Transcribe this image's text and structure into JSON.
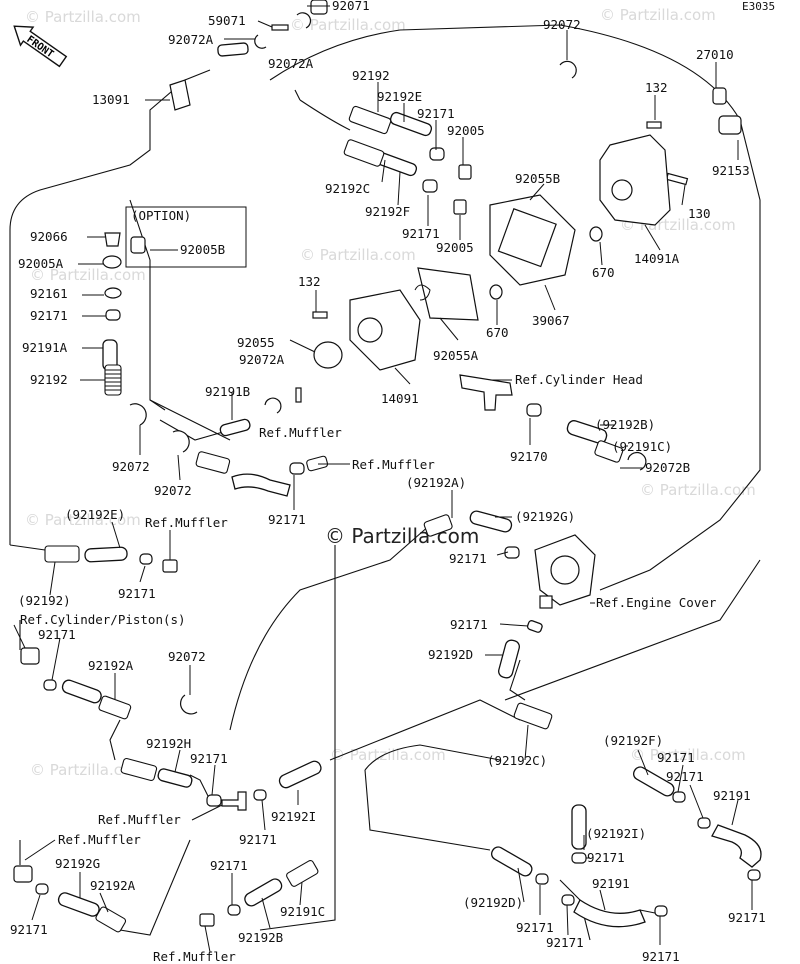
{
  "diagram_code": "E3035",
  "front_label": "FRONT",
  "option_label": "(OPTION)",
  "watermark": "© Partzilla.com",
  "watermark_small": "© Partzilla.com",
  "labels": {
    "p59071": "59071",
    "p92071": "92071",
    "p92072A_1": "92072A",
    "p92072A_2": "92072A",
    "p92072_top": "92072",
    "p27010": "27010",
    "p13091": "13091",
    "p92192_top": "92192",
    "p92192E_top": "92192E",
    "p92171_a": "92171",
    "p92005_top": "92005",
    "p132_top": "132",
    "p92153": "92153",
    "p92192C_top": "92192C",
    "p92055B": "92055B",
    "p92192F_top": "92192F",
    "p92171_b": "92171",
    "p92005_mid": "92005",
    "p130": "130",
    "p14091A": "14091A",
    "p670_a": "670",
    "p670_b": "670",
    "p39067": "39067",
    "p92066": "92066",
    "p92005B": "92005B",
    "p92005A": "92005A",
    "p92161": "92161",
    "p92171_c": "92171",
    "p92191A": "92191A",
    "p92192_left": "92192",
    "p132_mid": "132",
    "p92055": "92055",
    "p92072A_mid": "92072A",
    "p92055A": "92055A",
    "p14091": "14091",
    "ref_cyl_head": "Ref.Cylinder Head",
    "p92191B": "92191B",
    "ref_muffler_1": "Ref.Muffler",
    "p92072_l1": "92072",
    "p92072_l2": "92072",
    "ref_muffler_2": "Ref.Muffler",
    "p92171_d": "92171",
    "p92192B_r": "(92192B)",
    "p92170": "92170",
    "p92191C_r": "(92191C)",
    "p92072B": "92072B",
    "p92192E_paren": "(92192E)",
    "ref_muffler_3": "Ref.Muffler",
    "p92192A_paren": "(92192A)",
    "p92192G_paren": "(92192G)",
    "p92171_e": "92171",
    "p92171_f": "92171",
    "p92192_paren": "(92192)",
    "ref_engine_cover": "Ref.Engine Cover",
    "ref_cyl_piston": "Ref.Cylinder/Piston(s)",
    "p92171_g": "92171",
    "p92171_h": "92171",
    "p92192D_mid": "92192D",
    "p92192A_low": "92192A",
    "p92072_low": "92072",
    "p92192H": "92192H",
    "p92171_i": "92171",
    "p92192F_paren": "(92192F)",
    "p92192C_paren": "(92192C)",
    "p92171_j": "92171",
    "p92171_k": "92171",
    "ref_muffler_4": "Ref.Muffler",
    "p92192I": "92192I",
    "p92171_l": "92171",
    "p92192I_paren": "(92192I)",
    "p92191": "92191",
    "ref_muffler_5": "Ref.Muffler",
    "p92192G_low": "92192G",
    "p92192A_bot": "92192A",
    "p92171_m": "92171",
    "p92171_n": "92171",
    "p92191C_bot": "92191C",
    "p92192B_bot": "92192B",
    "p92192D_paren": "(92192D)",
    "p92171_o": "92171",
    "p92191_bot": "92191",
    "p92171_p": "92171",
    "p92171_q": "92171",
    "p92171_r": "92171",
    "p92171_s": "92171",
    "ref_muffler_6": "Ref.Muffler"
  }
}
